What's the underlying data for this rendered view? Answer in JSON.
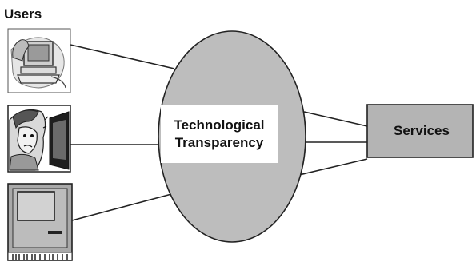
{
  "diagram": {
    "users_title": "Users",
    "center": {
      "line1": "Technological",
      "line2": "Transparency"
    },
    "services_label": "Services",
    "users": [
      {
        "icon": "computer-user-icon"
      },
      {
        "icon": "frustrated-person-icon"
      },
      {
        "icon": "desktop-monitor-icon"
      }
    ]
  },
  "colors": {
    "ellipse_fill": "#bdbdbd",
    "services_fill": "#b4b4b4",
    "stroke": "#222222"
  }
}
